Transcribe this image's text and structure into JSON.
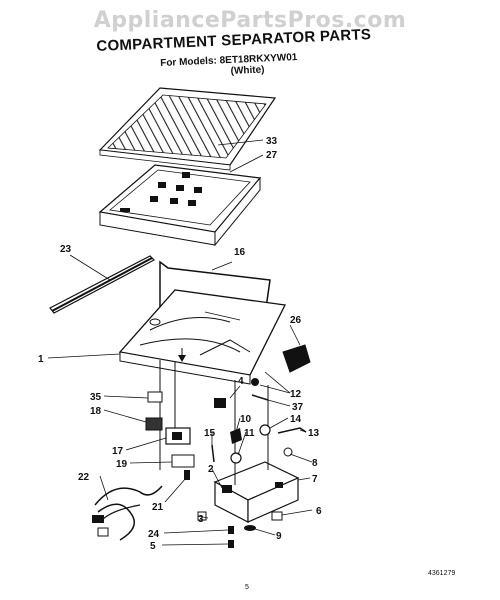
{
  "watermark": "AppliancePartsPros.com",
  "header": {
    "title": "COMPARTMENT SEPARATOR PARTS",
    "models_line": "For Models: 8ET18RKXYW01",
    "color_line": "(White)"
  },
  "callouts": {
    "c33": "33",
    "c27": "27",
    "c23": "23",
    "c16": "16",
    "c26": "26",
    "c1": "1",
    "c4": "4",
    "c12": "12",
    "c35": "35",
    "c37": "37",
    "c18": "18",
    "c14": "14",
    "c10": "10",
    "c15": "15",
    "c13": "13",
    "c11": "11",
    "c17": "17",
    "c8": "8",
    "c19": "19",
    "c2": "2",
    "c7": "7",
    "c22": "22",
    "c21": "21",
    "c6": "6",
    "c3": "3",
    "c24": "24",
    "c9": "9",
    "c5": "5"
  },
  "footer": {
    "catalog_number": "4361279",
    "page_number": "5"
  }
}
